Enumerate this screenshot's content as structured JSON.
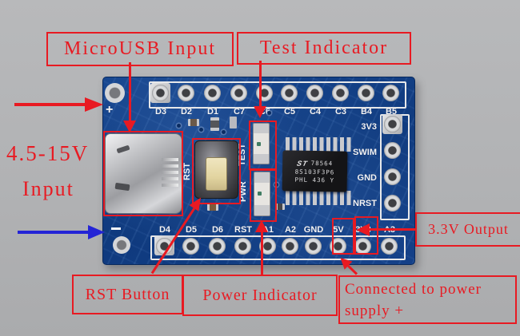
{
  "colors": {
    "annotation_red": "#e81a22",
    "arrow_blue": "#2424d6",
    "pcb_blue": "#123e86",
    "background_gray": "#b1b2b4",
    "silkscreen_white": "#f4f5f7"
  },
  "annotations": {
    "microusb_label": "MicroUSB Input",
    "test_indicator_label": "Test Indicator",
    "voltage_text": "4.5-15V",
    "input_text": "Input",
    "rst_button_label": "RST Button",
    "power_indicator_label": "Power Indicator",
    "connected_line1": "Connected to power",
    "connected_line2": "supply +",
    "output_label": "3.3V Output"
  },
  "board": {
    "top_pins": [
      "D3",
      "D2",
      "D1",
      "C7",
      "C6",
      "C5",
      "C4",
      "C3",
      "B4",
      "B5"
    ],
    "bottom_pins": [
      "D4",
      "D5",
      "D6",
      "RST",
      "A1",
      "A2",
      "GND",
      "5V",
      "3V3",
      "A3"
    ],
    "right_pins": [
      "3V3",
      "SWIM",
      "GND",
      "NRST"
    ],
    "silkscreen": {
      "test": "TEST",
      "pwr": "PWR",
      "rst": "RST",
      "plus": "+",
      "minus": "-"
    },
    "chip": {
      "logo": "ST",
      "marking1": "78564",
      "marking2": "8S103F3P6",
      "marking3": "PHL 436 Y"
    }
  }
}
